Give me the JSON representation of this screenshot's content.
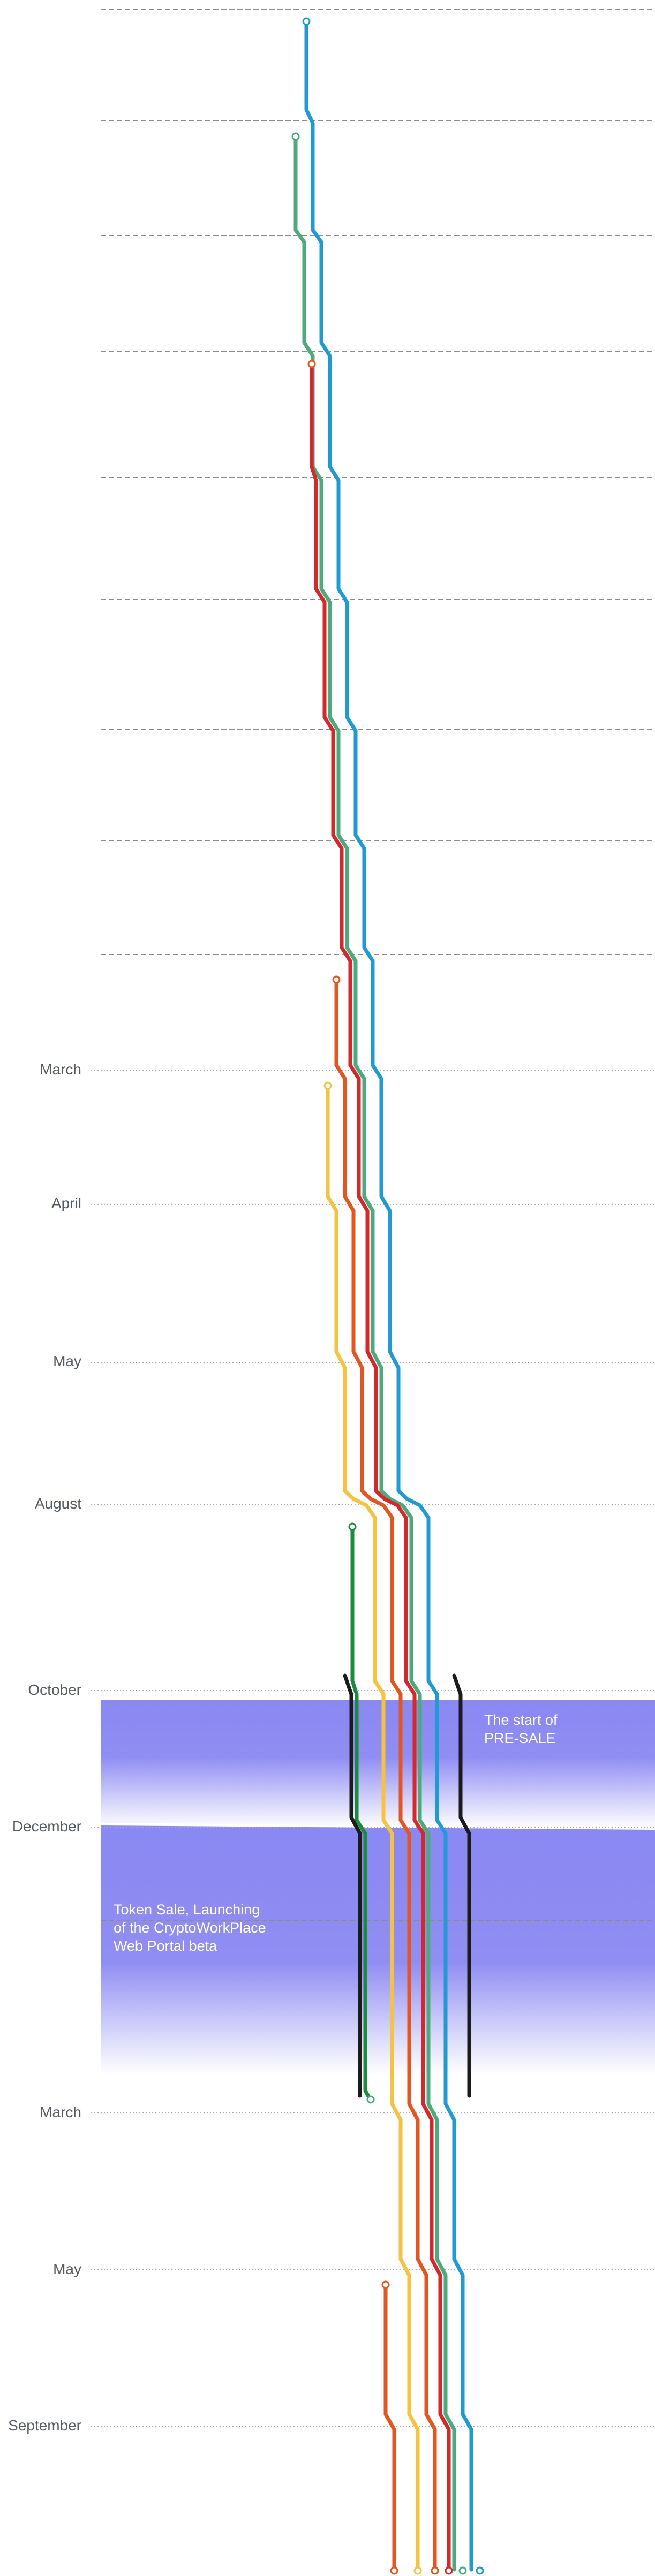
{
  "timeline": {
    "months": [
      "March",
      "April",
      "May",
      "August",
      "October",
      "December",
      "March",
      "May",
      "September"
    ],
    "annotations": [
      {
        "lines": [
          "The start of",
          "PRE-SALE"
        ]
      },
      {
        "lines": [
          "Token Sale, Launching",
          "of the CryptoWorkPlace",
          "Web Portal beta"
        ]
      }
    ]
  },
  "colors": {
    "blue": "#1e9bd7",
    "teal": "#4aab7c",
    "red": "#d9262b",
    "orange": "#e8541d",
    "yellow": "#f7c23c",
    "darkgreen": "#1a8c3c",
    "black": "#1b1b1b",
    "highlight": "#8a88f2",
    "dashed": "#8c8c8c",
    "dotted": "#a9abb3",
    "label": "#555a63"
  }
}
